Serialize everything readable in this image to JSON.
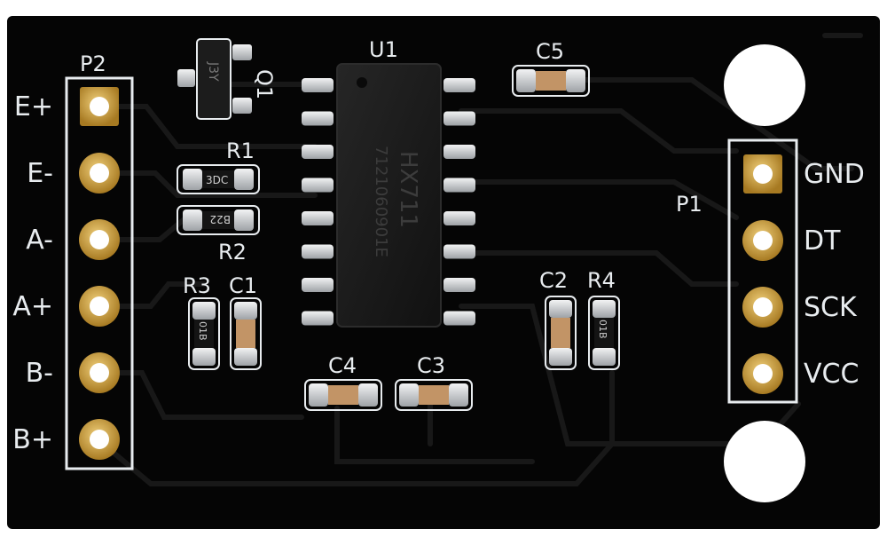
{
  "board": {
    "chip": {
      "designator": "U1",
      "marking_line1": "HX711",
      "marking_line2": "7121060901E"
    },
    "transistor": {
      "designator": "Q1",
      "marking": "J3Y"
    },
    "resistors": [
      {
        "designator": "R1",
        "marking": "3DC"
      },
      {
        "designator": "R2",
        "marking": "B22"
      },
      {
        "designator": "R3",
        "marking": "01B"
      },
      {
        "designator": "R4",
        "marking": "01B"
      }
    ],
    "capacitors": [
      "C1",
      "C2",
      "C3",
      "C4",
      "C5"
    ],
    "header_p2": {
      "designator": "P2",
      "pins": [
        "E+",
        "E-",
        "A-",
        "A+",
        "B-",
        "B+"
      ]
    },
    "header_p1": {
      "designator": "P1",
      "pins": [
        "GND",
        "DT",
        "SCK",
        "VCC"
      ]
    },
    "colors": {
      "pcb": "#050505",
      "silkscreen": "#e8ecef",
      "trace": "#161616",
      "gold": "#c9a24a",
      "ceramic": "#c29466",
      "pad_tin": "#c7c9cc",
      "chip_body": "#1a1a1a"
    }
  }
}
